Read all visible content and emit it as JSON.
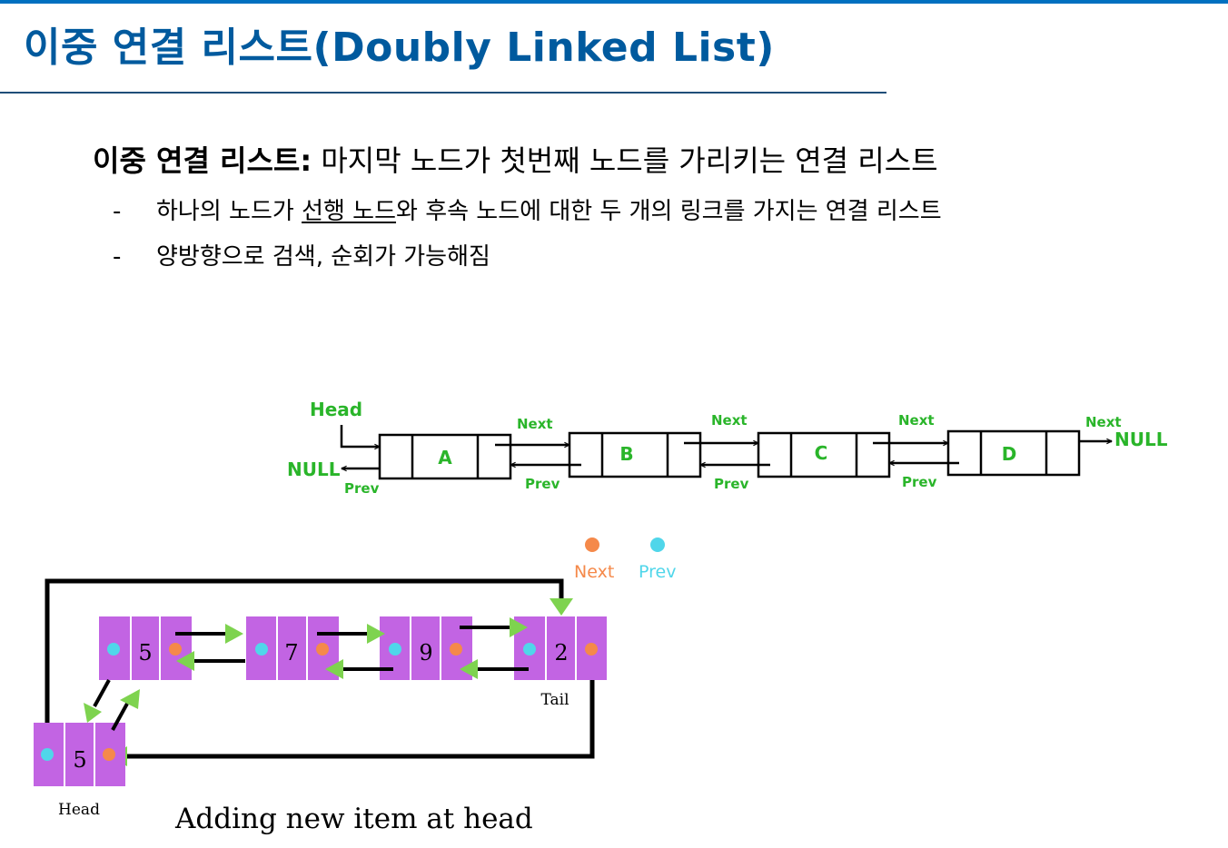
{
  "title": "이중 연결 리스트(Doubly Linked List)",
  "definition": {
    "term": "이중 연결 리스트:",
    "text": " 마지막 노드가 첫번째 노드를 가리키는 연결 리스트"
  },
  "bullets": [
    {
      "dash": "-",
      "pre": "하나의 노드가 ",
      "underlined": "선행 노드",
      "post": "와 후속 노드에 대한 두 개의 링크를 가지는 연결 리스트"
    },
    {
      "dash": "-",
      "text": "양방향으로 검색, 순회가 가능해짐"
    }
  ],
  "diagram1": {
    "head_label": "Head",
    "null_left": "NULL",
    "null_right": "NULL",
    "next_label": "Next",
    "prev_label": "Prev",
    "nodes": [
      "A",
      "B",
      "C",
      "D"
    ],
    "accent_color": "#2ab52a"
  },
  "diagram2": {
    "legend_next": "Next",
    "legend_prev": "Prev",
    "new_head_value": "5",
    "list_values": [
      "5",
      "7",
      "9",
      "2"
    ],
    "head_label": "Head",
    "tail_label": "Tail",
    "caption": "Adding new item at head",
    "node_color": "#c264e3",
    "next_color": "#f5894a",
    "prev_color": "#50d6ea",
    "arrow_color": "#7ed34f"
  }
}
